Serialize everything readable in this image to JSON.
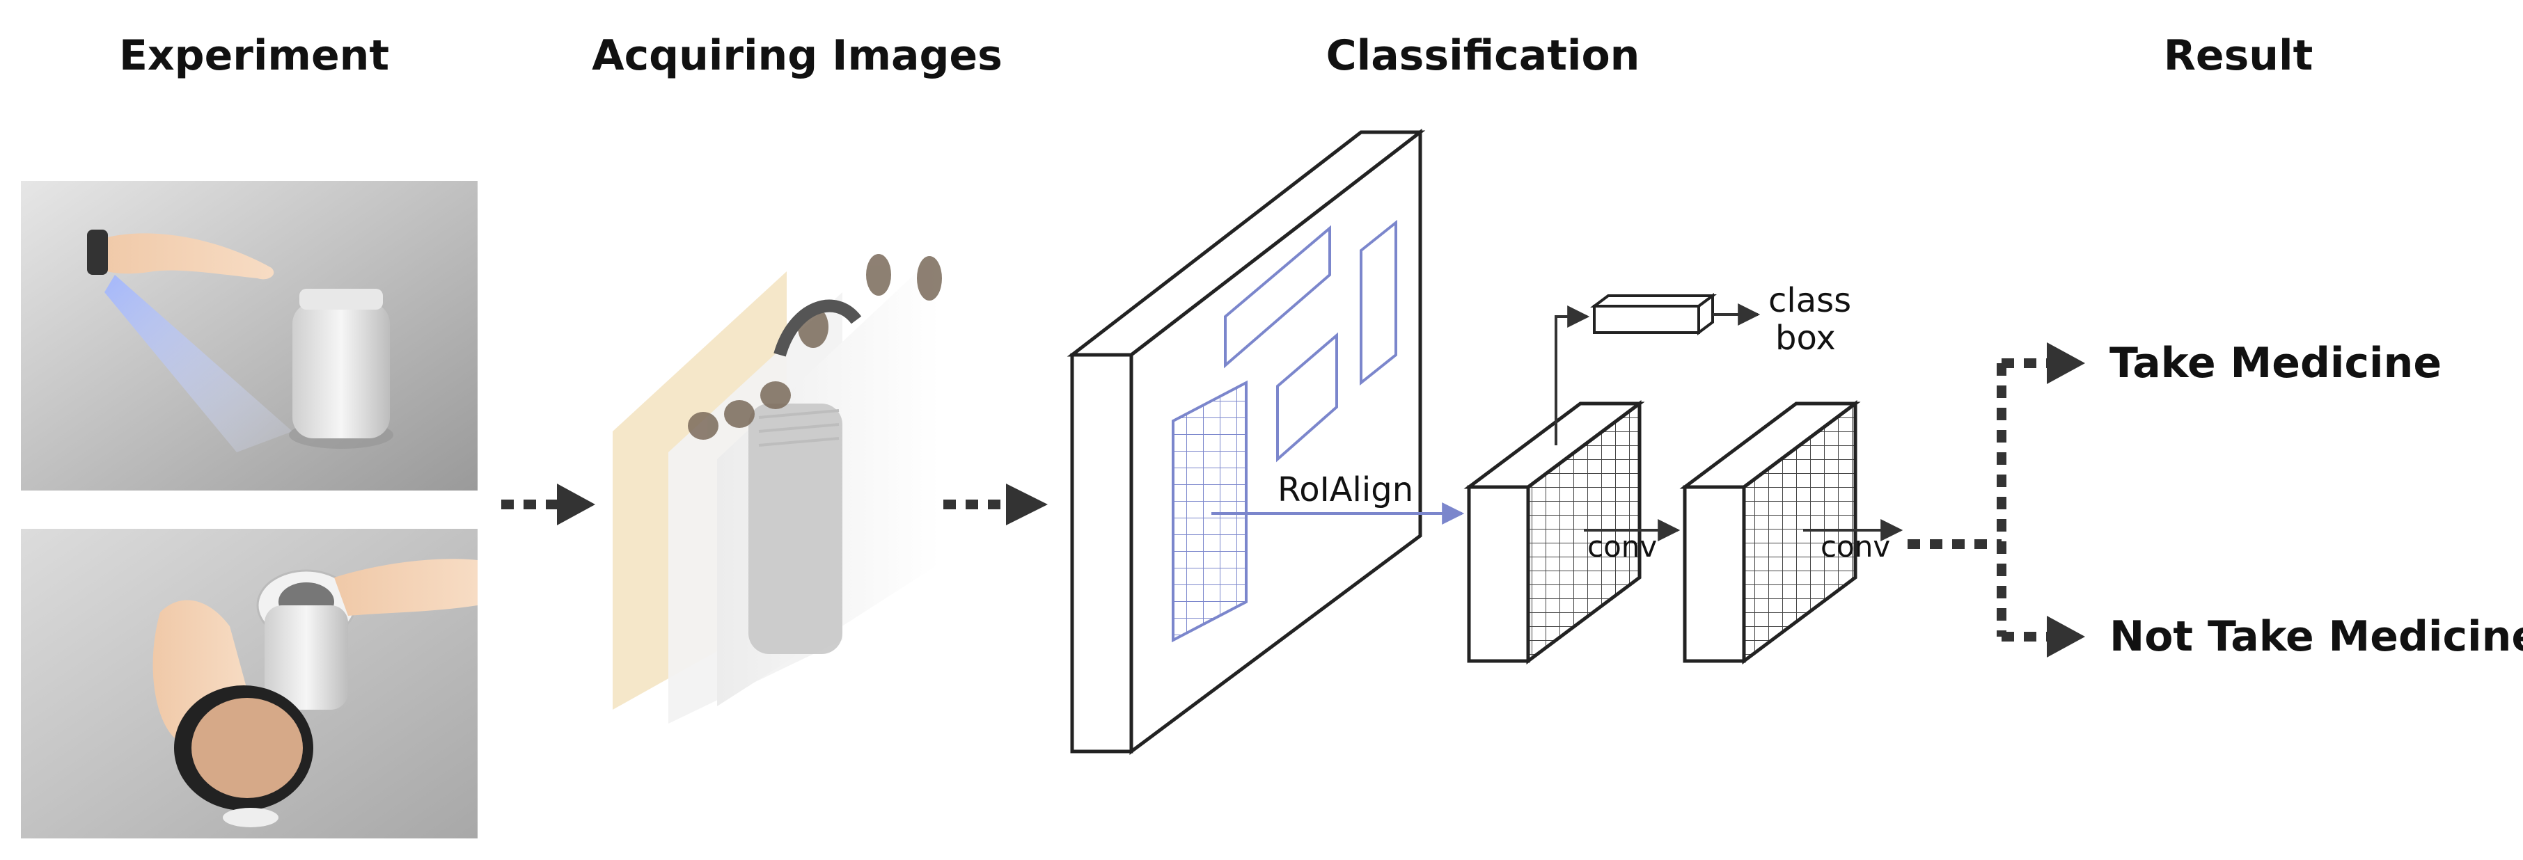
{
  "stages": {
    "experiment": "Experiment",
    "acquiring": "Acquiring Images",
    "classification": "Classification",
    "result": "Result"
  },
  "labels": {
    "roi_align": "RoIAlign",
    "head_class": "class",
    "head_box": "box",
    "conv_1": "conv",
    "conv_2": "conv"
  },
  "results": {
    "take": "Take Medicine",
    "not_take": "Not Take Medicine"
  },
  "colors": {
    "roi_blue": "#7b86cc",
    "arrow": "#333333",
    "outline": "#222222"
  }
}
